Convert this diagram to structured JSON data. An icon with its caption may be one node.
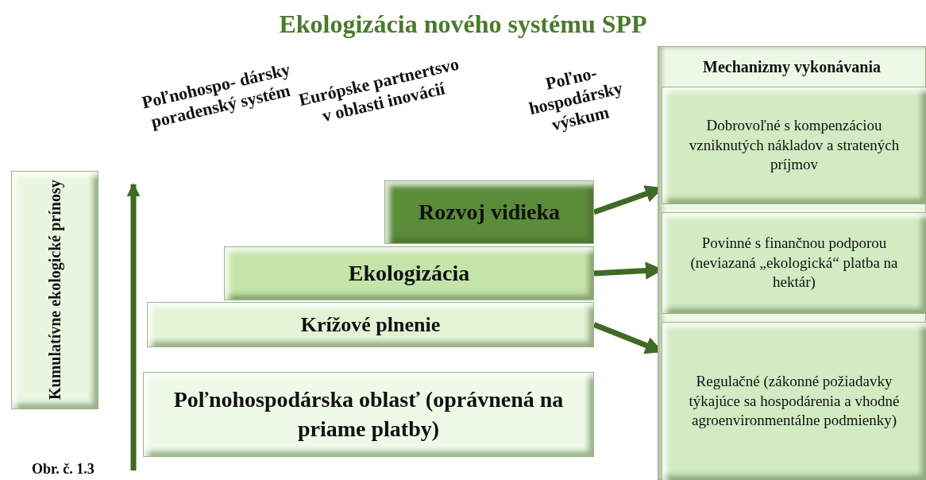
{
  "diagram": {
    "title": "Ekologizácia nového systému SPP",
    "caption": "Obr. č. 1.3",
    "nodes": [
      {
        "text": [
          "Kumulatívne ekologické prínosy"
        ]
      },
      {
        "text": [
          "Rozvoj vidieka"
        ]
      },
      {
        "text": [
          "Ekologizácia"
        ]
      },
      {
        "text": [
          "Krížové plnenie"
        ]
      },
      {
        "text": [
          "Poľnohospodárska oblasť (oprávnená na priame platby)"
        ]
      },
      {
        "text": [
          "Mechanizmy vykonávania"
        ]
      },
      {
        "text": [
          "Dobrovoľné s kompenzáciou vzniknutých nákladov a stratených príjmov"
        ],
        "in": 5
      },
      {
        "text": [
          "Povinné s finančnou podporou (neviazaná „ekologická“ platba na hektár)"
        ],
        "in": 5
      },
      {
        "text": [
          "Regulačné (zákonné požiadavky týkajúce sa hospodárenia a vhodné agroenvironmentálne podmienky)"
        ],
        "in": 5
      }
    ],
    "edges": [
      {
        "from": 1,
        "to": 6,
        "arrow": "to"
      },
      {
        "from": 2,
        "to": 7,
        "arrow": "to"
      },
      {
        "from": 3,
        "to": 8,
        "arrow": "to"
      }
    ],
    "labels": [
      "Poľnohospo- dársky poradenský systém",
      "Európske partnertsvo v oblasti inovácií",
      "Poľno- hospodársky výskum"
    ]
  }
}
